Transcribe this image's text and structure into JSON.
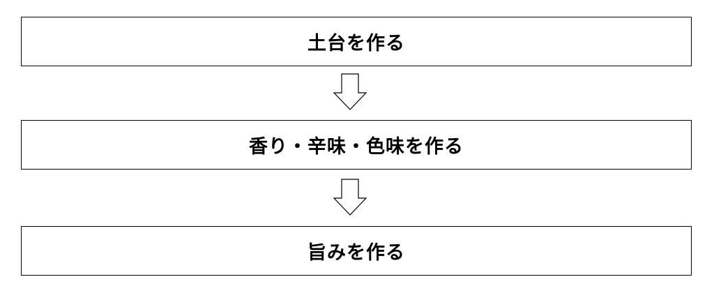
{
  "steps": [
    {
      "label": "土台を作る"
    },
    {
      "label": "香り・辛味・色味を作る"
    },
    {
      "label": "旨みを作る"
    }
  ],
  "colors": {
    "border": "#000000",
    "background": "#ffffff",
    "text": "#000000"
  },
  "icons": {
    "connector": "down-arrow-outline-icon"
  }
}
